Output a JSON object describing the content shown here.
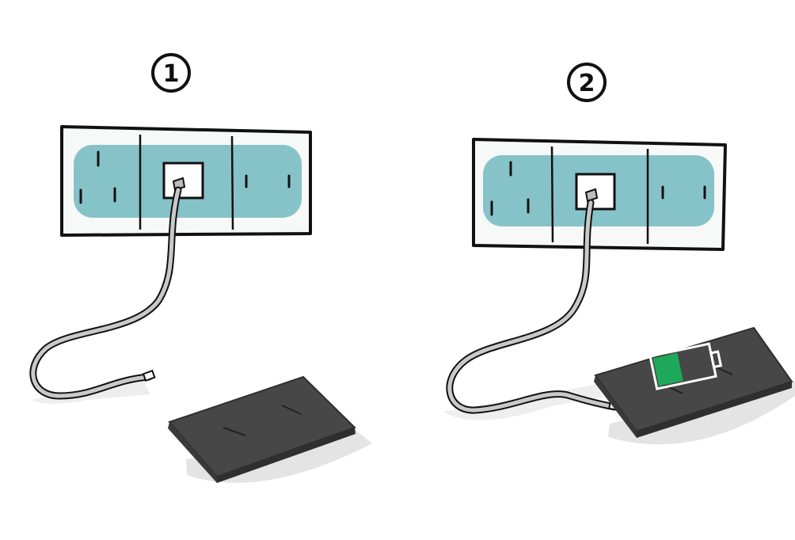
{
  "panels": [
    {
      "step_label": "1",
      "phone_charging": false
    },
    {
      "step_label": "2",
      "phone_charging": true,
      "battery_level": 0.45
    }
  ],
  "colors": {
    "outline": "#111111",
    "strip_body": "#f7f8f8",
    "socket_fill": "#86c3c8",
    "cable": "#c9c9c9",
    "phone_body": "#474747",
    "phone_edge": "#2f2f2f",
    "shadow": "#e4e4e4",
    "battery_fill": "#1ea85a",
    "battery_outline": "#ffffff"
  },
  "icons": {
    "power_strip": "power-strip-icon",
    "usb_port": "usb-port-icon",
    "phone": "phone-icon",
    "battery": "battery-charging-icon"
  }
}
